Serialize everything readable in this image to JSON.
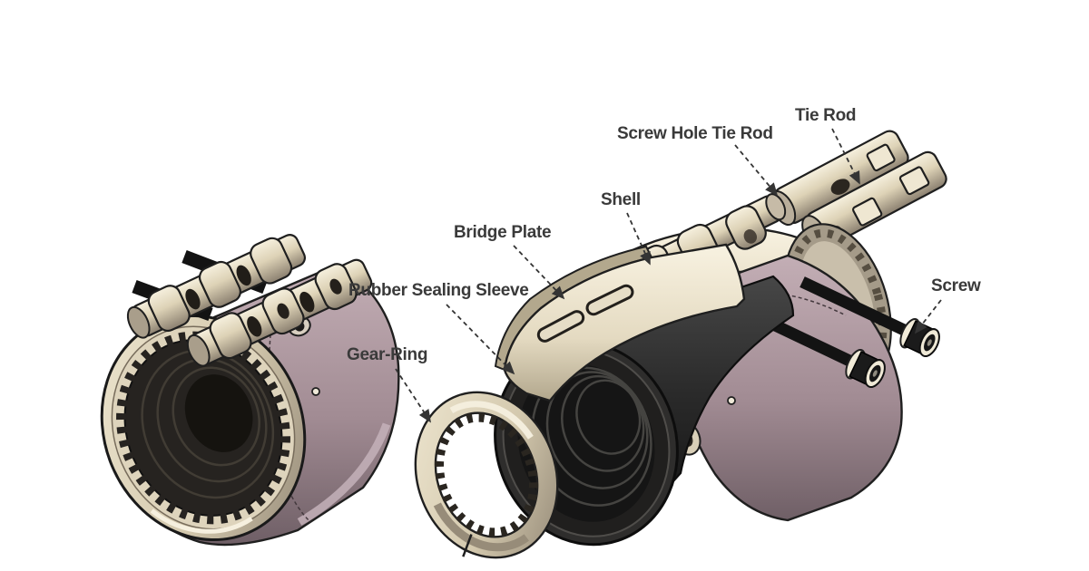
{
  "diagram": {
    "type": "exploded-assembly-diagram",
    "background_color": "#ffffff",
    "label_color": "#3a3a3a",
    "parts": {
      "screw_hole_tie_rod": {
        "label": "Screw Hole Tie Rod"
      },
      "tie_rod": {
        "label": "Tie Rod"
      },
      "shell": {
        "label": "Shell"
      },
      "bridge_plate": {
        "label": "Bridge Plate"
      },
      "rubber_sealing_sleeve": {
        "label": "Rubber Sealing Sleeve"
      },
      "gear_ring": {
        "label": "Gear-Ring"
      },
      "screw": {
        "label": "Screw"
      }
    },
    "colors": {
      "outline": "#1f1f1f",
      "metal_cream": "#ddd2b8",
      "metal_cream_light": "#f4edda",
      "metal_cream_shadow": "#95897a",
      "shell_mauve": "#ab939b",
      "shell_mauve_dark": "#7c6a71",
      "rubber_black": "#1d1d1d",
      "screw_black": "#131313",
      "leader_line": "#343434"
    }
  }
}
